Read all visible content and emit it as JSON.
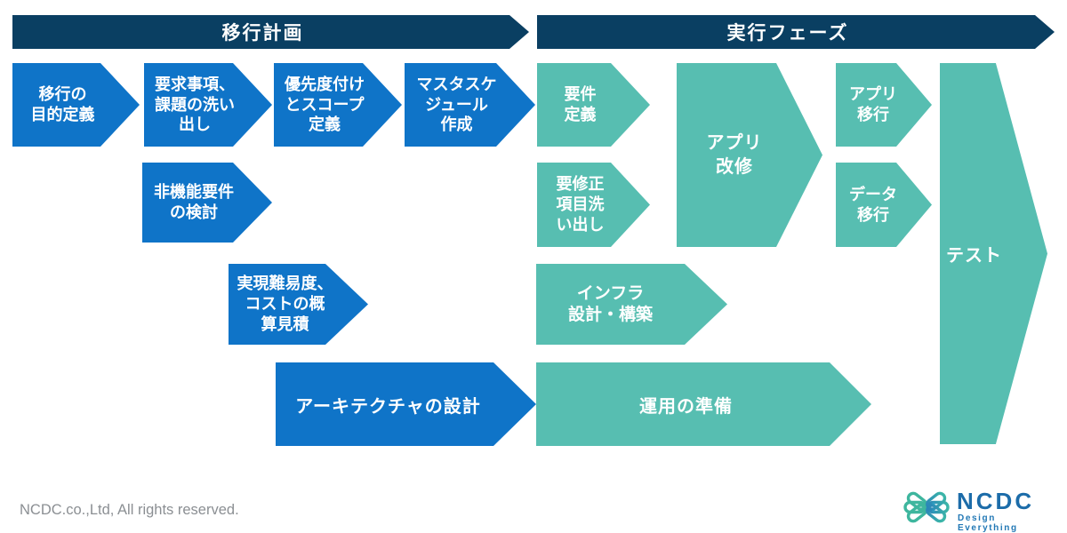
{
  "headers": {
    "planning": "移行計画",
    "execution": "実行フェーズ"
  },
  "colors": {
    "header_navy": "#0a3f62",
    "planning_blue": "#0f74c8",
    "execution_teal": "#57beb1",
    "text_white": "#ffffff",
    "footer_gray": "#8b8f93",
    "logo_blue": "#1c6ca9",
    "logo_mark_green": "#3eb69e",
    "logo_mark_blue": "#2e9dc0"
  },
  "planning_steps": [
    {
      "id": "purpose",
      "lines": [
        "移行の",
        "目的定義"
      ]
    },
    {
      "id": "requirements",
      "lines": [
        "要求事項、",
        "課題の洗い",
        "出し"
      ]
    },
    {
      "id": "priority-scope",
      "lines": [
        "優先度付け",
        "とスコープ",
        "定義"
      ]
    },
    {
      "id": "master-schedule",
      "lines": [
        "マスタスケ",
        "ジュール",
        "作成"
      ]
    },
    {
      "id": "nonfunctional",
      "lines": [
        "非機能要件",
        "の検討"
      ]
    },
    {
      "id": "feasibility",
      "lines": [
        "実現難易度、",
        "コストの概",
        "算見積"
      ]
    },
    {
      "id": "architecture",
      "lines": [
        "アーキテクチャの設計"
      ]
    }
  ],
  "execution_steps": [
    {
      "id": "requirement-definition",
      "lines": [
        "要件",
        "定義"
      ]
    },
    {
      "id": "app-renovation",
      "lines": [
        "アプリ",
        "改修"
      ]
    },
    {
      "id": "app-migration",
      "lines": [
        "アプリ",
        "移行"
      ]
    },
    {
      "id": "fix-item-listing",
      "lines": [
        "要修正",
        "項目洗",
        "い出し"
      ]
    },
    {
      "id": "data-migration",
      "lines": [
        "データ",
        "移行"
      ]
    },
    {
      "id": "infra-design-build",
      "lines": [
        "インフラ",
        "設計・構築"
      ]
    },
    {
      "id": "operation-prep",
      "lines": [
        "運用の準備"
      ]
    },
    {
      "id": "test",
      "lines": [
        "テスト"
      ]
    }
  ],
  "footer": {
    "copyright": "NCDC.co.,Ltd, All rights reserved.",
    "logo_word": "NCDC",
    "logo_tagline": "Design Everything"
  }
}
